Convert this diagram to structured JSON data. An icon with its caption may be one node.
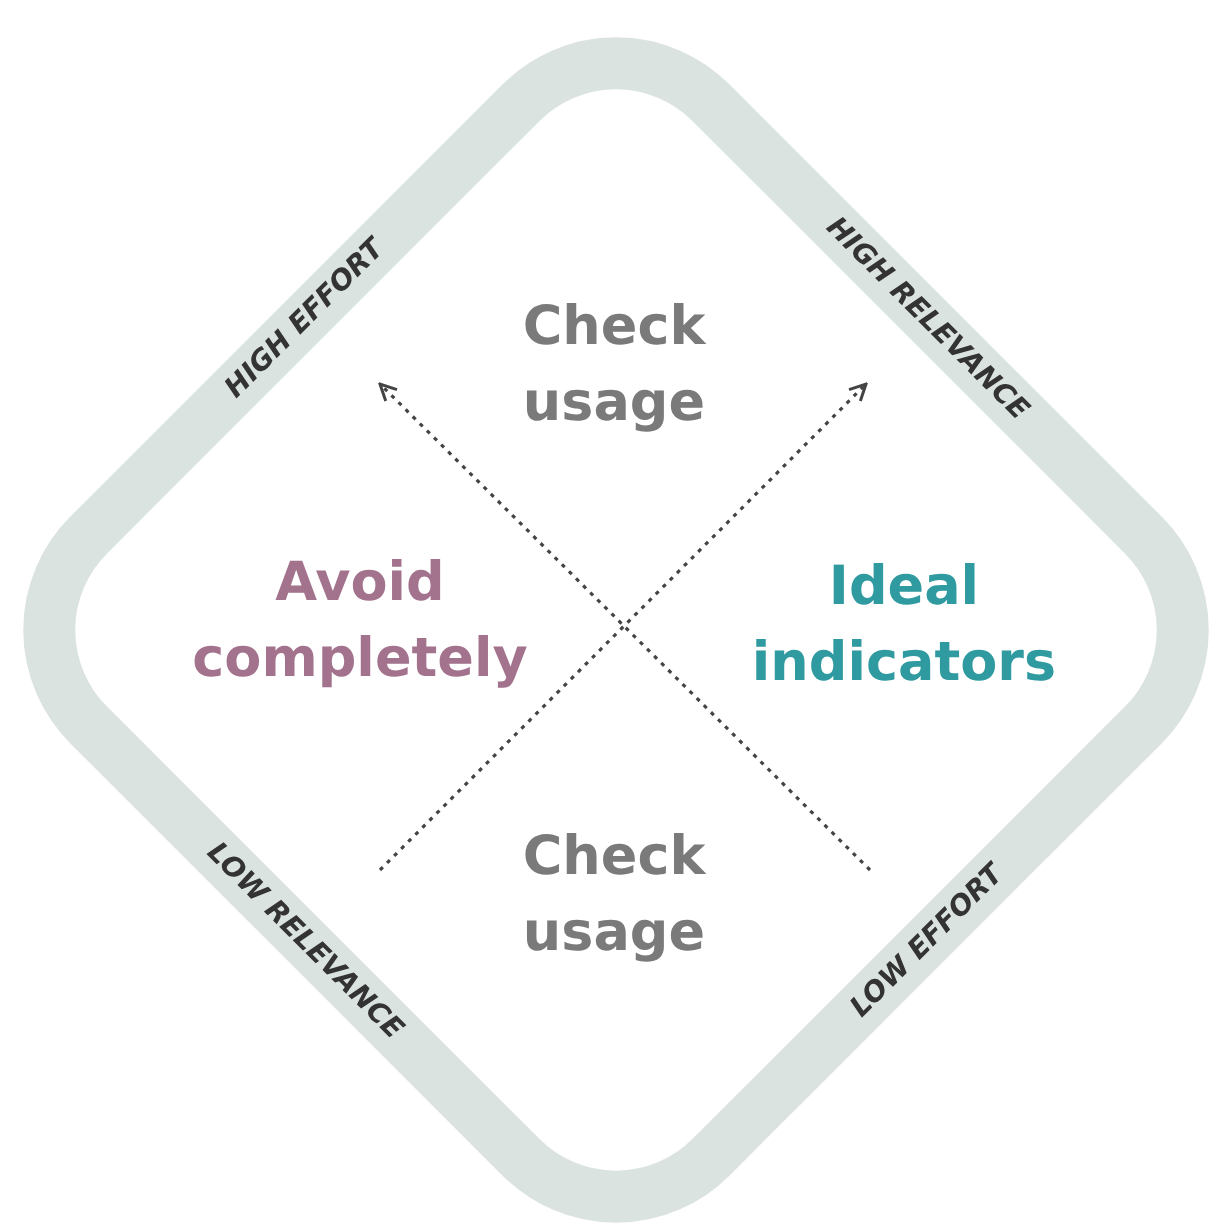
{
  "diagram": {
    "nodes": [
      {
        "text": [
          "HIGH RELEVANCE",
          "LOW EFFORT",
          "LOW RELEVANCE",
          "HIGH EFFORT"
        ]
      }
    ],
    "labels": [
      "Check usage",
      "Avoid completely",
      "Ideal indicators",
      "Check usage"
    ]
  }
}
